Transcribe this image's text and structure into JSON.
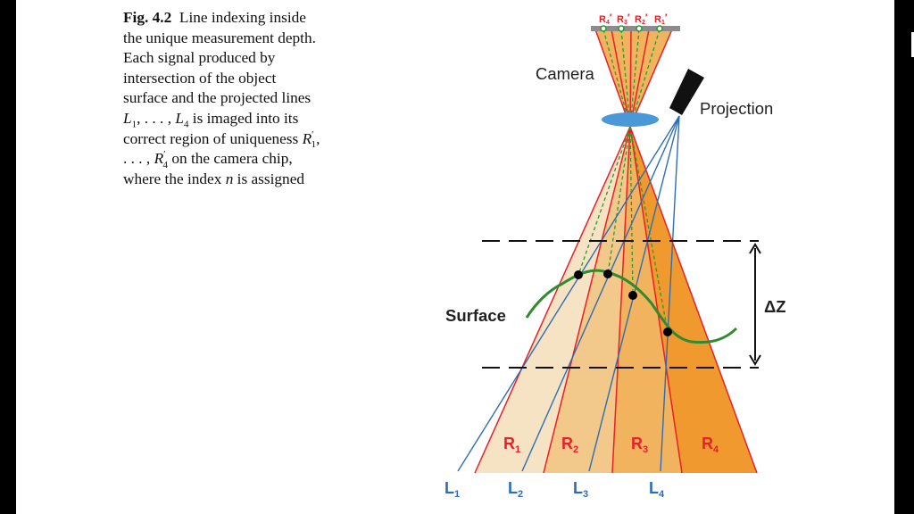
{
  "caption": {
    "fig_label": "Fig. 4.2",
    "text_1": "Line indexing inside the unique measurement depth. Each signal produced by intersection of the object surface and the projected lines ",
    "L": "L",
    "sub_1": "1",
    "ellipsis": ", . . . , ",
    "sub_4": "4",
    "text_2": " is imaged into its correct region of uniqueness ",
    "R": "R",
    "prime": "′",
    "text_3": " on the camera chip, where the index ",
    "n": "n",
    "text_4": " is assigned"
  },
  "figure": {
    "camera_label": "Camera",
    "projection_label": "Projection",
    "surface_label": "Surface",
    "depth_label": "ΔZ",
    "chip_labels": [
      {
        "base": "R",
        "sub": "4"
      },
      {
        "base": "R",
        "sub": "3"
      },
      {
        "base": "R",
        "sub": "2"
      },
      {
        "base": "R",
        "sub": "1"
      }
    ],
    "chip_prime": "′",
    "regions": [
      {
        "base": "R",
        "sub": "1"
      },
      {
        "base": "R",
        "sub": "2"
      },
      {
        "base": "R",
        "sub": "3"
      },
      {
        "base": "R",
        "sub": "4"
      }
    ],
    "lines": [
      {
        "base": "L",
        "sub": "1"
      },
      {
        "base": "L",
        "sub": "2"
      },
      {
        "base": "L",
        "sub": "3"
      },
      {
        "base": "L",
        "sub": "4"
      }
    ],
    "colors": {
      "region_1": "#f5e3c3",
      "region_2": "#f2c98a",
      "region_3": "#f2b35f",
      "region_4": "#f0992f",
      "region_edges": "#e8202a",
      "projected_lines": "#2e6db4",
      "chief_rays": "#2b9a2b",
      "surface": "#2e8b2e",
      "lens": "#4a98d8",
      "chip": "#8c8c8c"
    }
  }
}
